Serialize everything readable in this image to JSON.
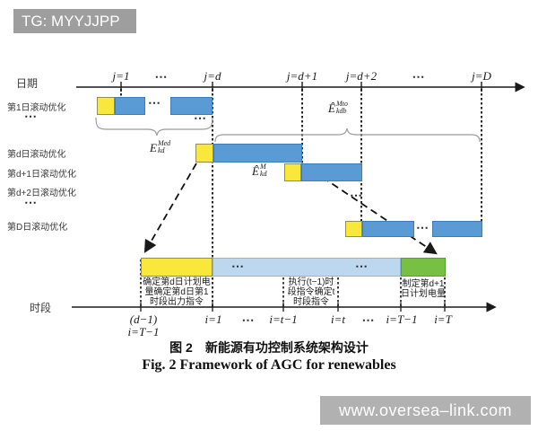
{
  "badge": {
    "label": "TG: MYYJJPP"
  },
  "watermark": {
    "label": "www.oversea–link.com"
  },
  "caption": {
    "zh": "图 2　新能源有功控制系统架构设计",
    "en": "Fig. 2   Framework of AGC for renewables"
  },
  "glyphs": {
    "hdots": "⋯"
  },
  "date_axis": {
    "label": "日期",
    "ticks": {
      "j1": "j=1",
      "jd": "j=d",
      "jd1": "j=d+1",
      "jd2": "j=d+2",
      "jD": "j=D"
    }
  },
  "row_labels": {
    "day1": "第1日滚动优化",
    "dayd": "第d日滚动优化",
    "daydp1": "第d+1日滚动优化",
    "daydp2": "第d+2日滚动优化",
    "dayD": "第D日滚动优化"
  },
  "formulas": {
    "med": {
      "base": "E",
      "sup": "Med",
      "sub": "kd"
    },
    "mto": {
      "base": "Ê",
      "sup": "Mto",
      "sub": "kdb"
    },
    "m": {
      "base": "Ê",
      "sup": "M",
      "sub": "kd"
    }
  },
  "period_axis": {
    "label": "时段",
    "ticks": {
      "dm1_line1": "(d−1)",
      "dm1_line2": "i=T−1",
      "i1": "i=1",
      "itm1": "i=t−1",
      "it": "i=t",
      "iTm1": "i=T−1",
      "iT": "i=T"
    }
  },
  "bottom_bar": {
    "block1": {
      "l1": "确定第d日计划电",
      "l2": "量确定第d日第1",
      "l3": "时段出力指令"
    },
    "block2": {
      "l1": "执行(t−1)时",
      "l2": "段指令确定t",
      "l3": "时段指令"
    },
    "block3": {
      "l1": "制定第d+1",
      "l2": "日计划电量"
    }
  },
  "colors": {
    "yellow": "#f9e73c",
    "blue": "#5b9bd5",
    "light_blue": "#bdd7ee",
    "green": "#77c043",
    "badge_gray": "#9e9e9e",
    "watermark_gray": "#b1b1b1"
  }
}
